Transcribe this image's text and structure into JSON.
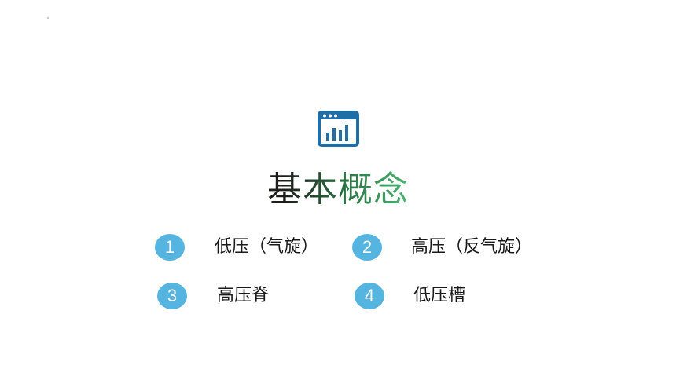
{
  "icon": "chart-window-icon",
  "title": "基本概念",
  "items": [
    {
      "number": "1",
      "label": "低压（气旋）"
    },
    {
      "number": "2",
      "label": "高压（反气旋）"
    },
    {
      "number": "3",
      "label": "高压脊"
    },
    {
      "number": "4",
      "label": "低压槽"
    }
  ],
  "colors": {
    "badge": "#56b4e0",
    "icon": "#1f6fa6",
    "title_dark": "#1d1d1b",
    "title_green": "#4fc07a"
  }
}
